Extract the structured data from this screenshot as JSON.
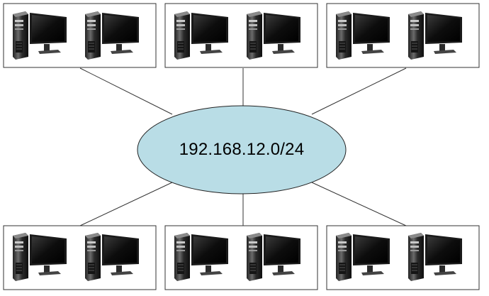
{
  "network": {
    "subnet_label": "192.168.12.0/24",
    "hub_fill": "#b9dde6"
  },
  "groups": [
    {
      "position": "top-left",
      "computers": 2
    },
    {
      "position": "top-center",
      "computers": 2
    },
    {
      "position": "top-right",
      "computers": 2
    },
    {
      "position": "bottom-left",
      "computers": 2
    },
    {
      "position": "bottom-center",
      "computers": 2
    },
    {
      "position": "bottom-right",
      "computers": 2
    }
  ],
  "icons": {
    "computer": "desktop-computer-icon"
  }
}
